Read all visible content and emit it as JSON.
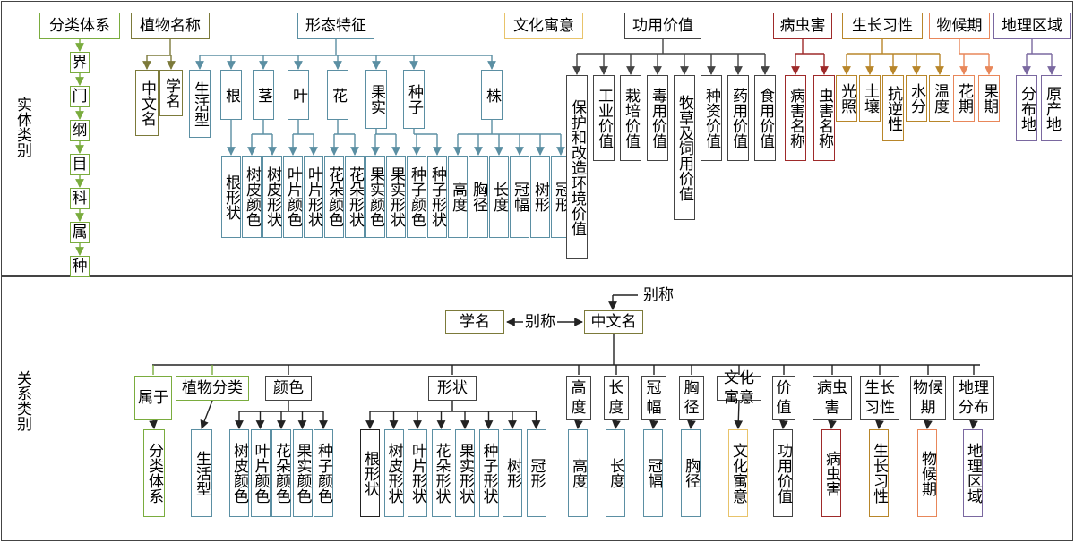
{
  "panels": {
    "entity_label": "实体类别",
    "relation_label": "关系类别"
  },
  "colors": {
    "green": "#7aac3e",
    "olive": "#7c7a3a",
    "teal": "#5b8fa3",
    "gray": "#444444",
    "red": "#9e2a2a",
    "gold": "#b8862a",
    "orange": "#e8875a",
    "purple": "#7a68a0",
    "yellow": "#e8c36a",
    "black": "#222222"
  },
  "entity": {
    "taxonomy": {
      "root": "分类体系",
      "levels": [
        "界",
        "门",
        "纲",
        "目",
        "科",
        "属",
        "种"
      ]
    },
    "plant_name": {
      "label": "植物名称",
      "children": [
        "中文名",
        "学名"
      ]
    },
    "morphology": {
      "label": "形态特征",
      "parts": [
        {
          "label": "生活型",
          "children": []
        },
        {
          "label": "根",
          "children": [
            "根形状"
          ]
        },
        {
          "label": "茎",
          "children": [
            "树皮颜色",
            "树皮形状"
          ]
        },
        {
          "label": "叶",
          "children": [
            "叶片颜色",
            "叶片形状"
          ]
        },
        {
          "label": "花",
          "children": [
            "花朵颜色",
            "花朵形状"
          ]
        },
        {
          "label": "果实",
          "children": [
            "果实颜色",
            "果实形状"
          ]
        },
        {
          "label": "种子",
          "children": [
            "种子颜色",
            "种子形状"
          ]
        },
        {
          "label": "株",
          "children": [
            "高度",
            "胸径",
            "长度",
            "冠幅",
            "树形",
            "冠形"
          ]
        }
      ]
    },
    "culture": {
      "label": "文化寓意"
    },
    "function_value": {
      "label": "功用价值",
      "children": [
        "保护和改造环境价值",
        "工业价值",
        "栽培价值",
        "毒用价值",
        "牧草及饲用价值",
        "种资价值",
        "药用价值",
        "食用价值"
      ]
    },
    "pest": {
      "label": "病虫害",
      "children": [
        "病害名称",
        "虫害名称"
      ]
    },
    "growth": {
      "label": "生长习性",
      "children": [
        "光照",
        "土壤",
        "抗逆性",
        "水分",
        "温度"
      ]
    },
    "phenology": {
      "label": "物候期",
      "children": [
        "花期",
        "果期"
      ]
    },
    "region": {
      "label": "地理区域",
      "children": [
        "分布地",
        "原产地"
      ]
    }
  },
  "relation": {
    "top": {
      "left": "学名",
      "middle": "中文名",
      "edge_left": "别称",
      "edge_self": "别称"
    },
    "groups": [
      {
        "label": "属于",
        "targets": [
          "分类体系"
        ]
      },
      {
        "label": "植物分类",
        "targets": [
          "生活型"
        ]
      },
      {
        "label": "颜色",
        "targets": [
          "树皮颜色",
          "叶片颜色",
          "花朵颜色",
          "果实颜色",
          "种子颜色"
        ]
      },
      {
        "label": "形状",
        "targets": [
          "根形状",
          "树皮形状",
          "叶片形状",
          "花朵形状",
          "果实形状",
          "种子形状",
          "树形",
          "冠形"
        ]
      },
      {
        "label": "高度",
        "targets": [
          "高度"
        ]
      },
      {
        "label": "长度",
        "targets": [
          "长度"
        ]
      },
      {
        "label": "冠幅",
        "targets": [
          "冠幅"
        ]
      },
      {
        "label": "胸径",
        "targets": [
          "胸径"
        ]
      },
      {
        "label": "文化寓意",
        "targets": [
          "文化寓意"
        ]
      },
      {
        "label": "价值",
        "targets": [
          "功用价值"
        ]
      },
      {
        "label": "病虫害",
        "targets": [
          "病虫害"
        ]
      },
      {
        "label": "生长习性",
        "targets": [
          "生长习性"
        ]
      },
      {
        "label": "物候期",
        "targets": [
          "物候期"
        ]
      },
      {
        "label": "地理分布",
        "targets": [
          "地理区域"
        ]
      }
    ]
  }
}
